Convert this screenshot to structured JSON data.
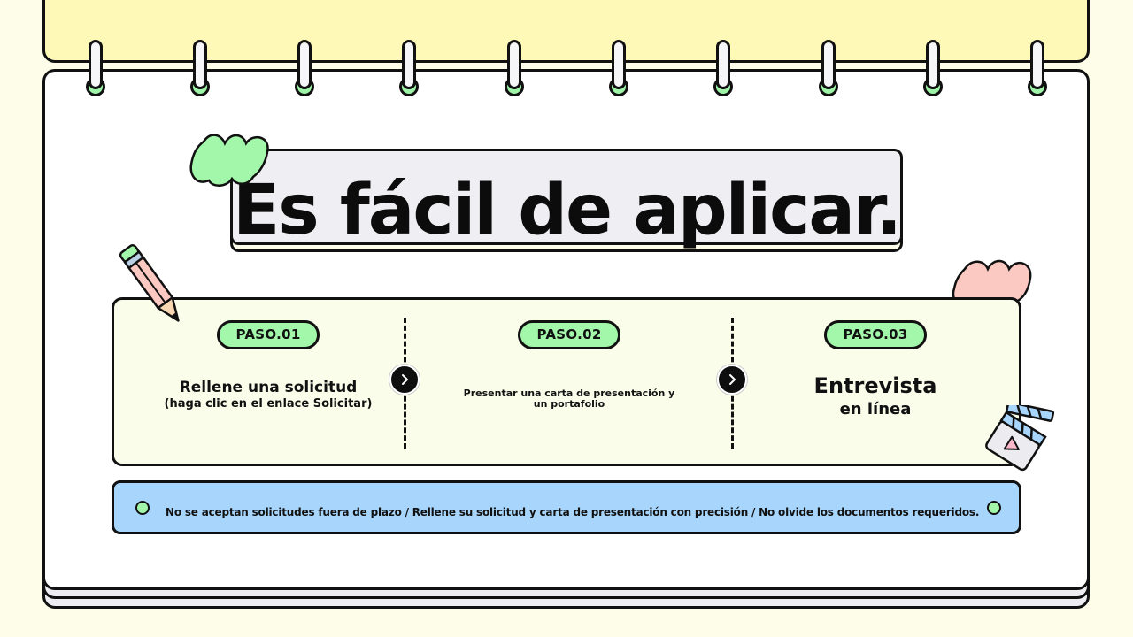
{
  "slide": {
    "title": "Es fácil de aplicar.",
    "colors": {
      "background": "#fdfde9",
      "top_page": "#fef9b7",
      "badge_green": "#a3f7aa",
      "notice_blue": "#a7d5fb",
      "blob_green": "#a3f7aa",
      "blob_pink": "#fbc9c2",
      "outline": "#111111"
    }
  },
  "steps": [
    {
      "badge": "PASO.01",
      "main": "Rellene una solicitud",
      "sub": "(haga clic en el enlace Solicitar)"
    },
    {
      "badge": "PASO.02",
      "main": "Presentar una carta de presentación y",
      "sub": "un portafolio"
    },
    {
      "badge": "PASO.03",
      "main": "Entrevista",
      "sub": "en línea"
    }
  ],
  "arrows": [
    {
      "icon": "chevron-right-icon"
    },
    {
      "icon": "chevron-right-icon"
    }
  ],
  "notice": {
    "text": "No se aceptan solicitudes fuera de plazo / Rellene su solicitud y carta de presentación con precisión / No olvide los documentos requeridos."
  },
  "decorations": {
    "rings_count": 10,
    "icons": [
      "pencil-icon",
      "cloud-blob-green",
      "cloud-blob-pink",
      "clapperboard-icon"
    ]
  }
}
